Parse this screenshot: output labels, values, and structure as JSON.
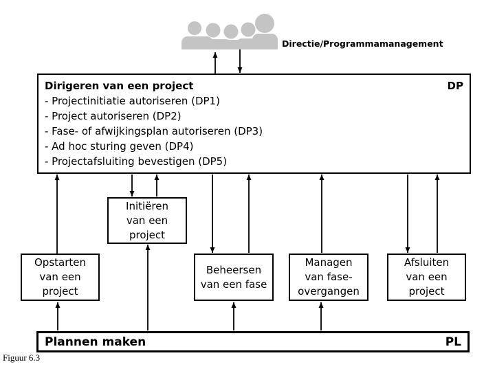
{
  "header": {
    "icon": "people-group",
    "label": "Directie/Programmamanagement"
  },
  "boxes": {
    "dirigeren": {
      "title": "Dirigeren van een project",
      "code": "DP",
      "items": [
        "- Projectinitiatie autoriseren (DP1)",
        "- Project autoriseren (DP2)",
        "- Fase- of afwijkingsplan autoriseren (DP3)",
        "- Ad hoc sturing geven (DP4)",
        "- Projectafsluiting bevestigen (DP5)"
      ]
    },
    "initieren": {
      "lines": [
        "Initiëren",
        "van een",
        "project"
      ]
    },
    "opstarten": {
      "lines": [
        "Opstarten",
        "van een",
        "project"
      ]
    },
    "beheersen": {
      "lines": [
        "Beheersen",
        "van een fase"
      ]
    },
    "managen": {
      "lines": [
        "Managen",
        "van fase-",
        "overgangen"
      ]
    },
    "afsluiten": {
      "lines": [
        "Afsluiten",
        "van een",
        "project"
      ]
    },
    "plannen": {
      "title": "Plannen maken",
      "code": "PL"
    }
  },
  "caption": "Figuur 6.3",
  "colors": {
    "background": "#ffffff",
    "line": "#000000",
    "text": "#000000",
    "silhouette": "#c4c4c4"
  }
}
